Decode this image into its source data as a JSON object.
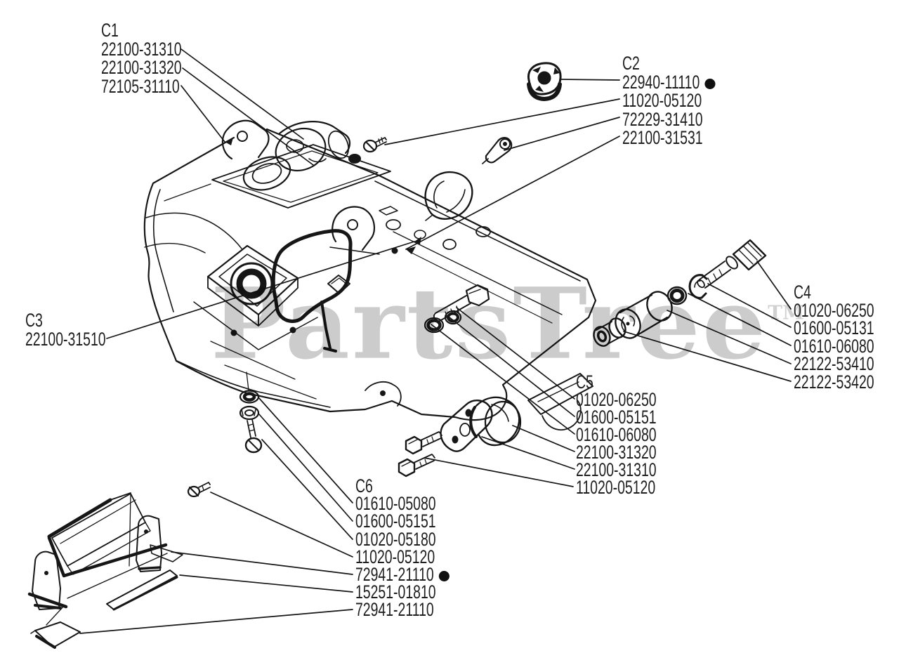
{
  "watermark": {
    "text": "PartsTree",
    "tm": "TM"
  },
  "colors": {
    "ink": "#1a1a1a",
    "watermark_grey": "#c8c8c8",
    "background": "#ffffff"
  },
  "diagram": {
    "description_parts": [
      "main-housing",
      "fuel-cap",
      "top-screw",
      "choke-lever",
      "cover",
      "bolt-with-washers",
      "socket-bolt",
      "snap-ring",
      "washer",
      "large-roller",
      "small-roller",
      "mount-flange",
      "mount-cap",
      "hex-bolts",
      "under-washer",
      "under-nut",
      "under-screw",
      "guard-bracket",
      "flat-strip",
      "base-plate",
      "small-bolt"
    ]
  },
  "groups": [
    {
      "label": "C1",
      "parts": [
        {
          "pn": "22100-31310"
        },
        {
          "pn": "22100-31320"
        },
        {
          "pn": "72105-31110"
        }
      ]
    },
    {
      "label": "C2",
      "parts": [
        {
          "pn": "22940-11110",
          "dot": true
        },
        {
          "pn": "11020-05120"
        },
        {
          "pn": "72229-31410"
        },
        {
          "pn": "22100-31531"
        }
      ]
    },
    {
      "label": "C3",
      "parts": [
        {
          "pn": "22100-31510"
        }
      ]
    },
    {
      "label": "C4",
      "parts": [
        {
          "pn": "01020-06250"
        },
        {
          "pn": "01600-05131"
        },
        {
          "pn": "01610-06080"
        },
        {
          "pn": "22122-53410"
        },
        {
          "pn": "22122-53420"
        }
      ]
    },
    {
      "label": "C5",
      "parts": [
        {
          "pn": "01020-06250"
        },
        {
          "pn": "01600-05151"
        },
        {
          "pn": "01610-06080"
        },
        {
          "pn": "22100-31320"
        },
        {
          "pn": "22100-31310"
        },
        {
          "pn": "11020-05120"
        }
      ]
    },
    {
      "label": "C6",
      "parts": [
        {
          "pn": "01610-05080"
        },
        {
          "pn": "01600-05151"
        },
        {
          "pn": "01020-05180"
        },
        {
          "pn": "11020-05120"
        },
        {
          "pn": "72941-21110",
          "dot": true
        },
        {
          "pn": "15251-01810"
        },
        {
          "pn": "72941-21110"
        }
      ]
    }
  ]
}
